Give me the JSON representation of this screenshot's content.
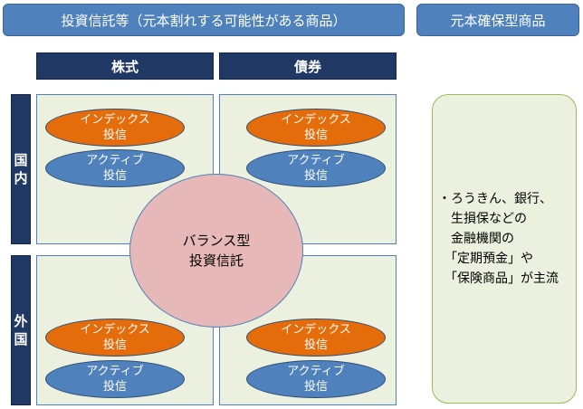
{
  "header": {
    "investment_trust": "投資信託等（元本割れする可能性がある商品）",
    "principal_guaranteed": "元本確保型商品"
  },
  "columns": {
    "stocks": "株式",
    "bonds": "債券"
  },
  "rows": {
    "domestic": [
      "国",
      "内"
    ],
    "foreign": [
      "外",
      "国"
    ]
  },
  "funds": {
    "index": [
      "インデックス",
      "投信"
    ],
    "active": [
      "アクティブ",
      "投信"
    ]
  },
  "balance": [
    "バランス型",
    "投資信託"
  ],
  "principal_products": [
    "・ろうきん、銀行、",
    "　生損保などの",
    "　金融機関の",
    "　「定期預金」や",
    "　「保険商品」が主流"
  ],
  "colors": {
    "header_blue": "#4f81bd",
    "navy": "#1f3864",
    "index_orange": "#e46c0a",
    "active_blue": "#4f81bd",
    "balance_pink": "#e6b9b8",
    "quadrant_green": "#ebf1de",
    "green_border": "#9bbb59"
  }
}
